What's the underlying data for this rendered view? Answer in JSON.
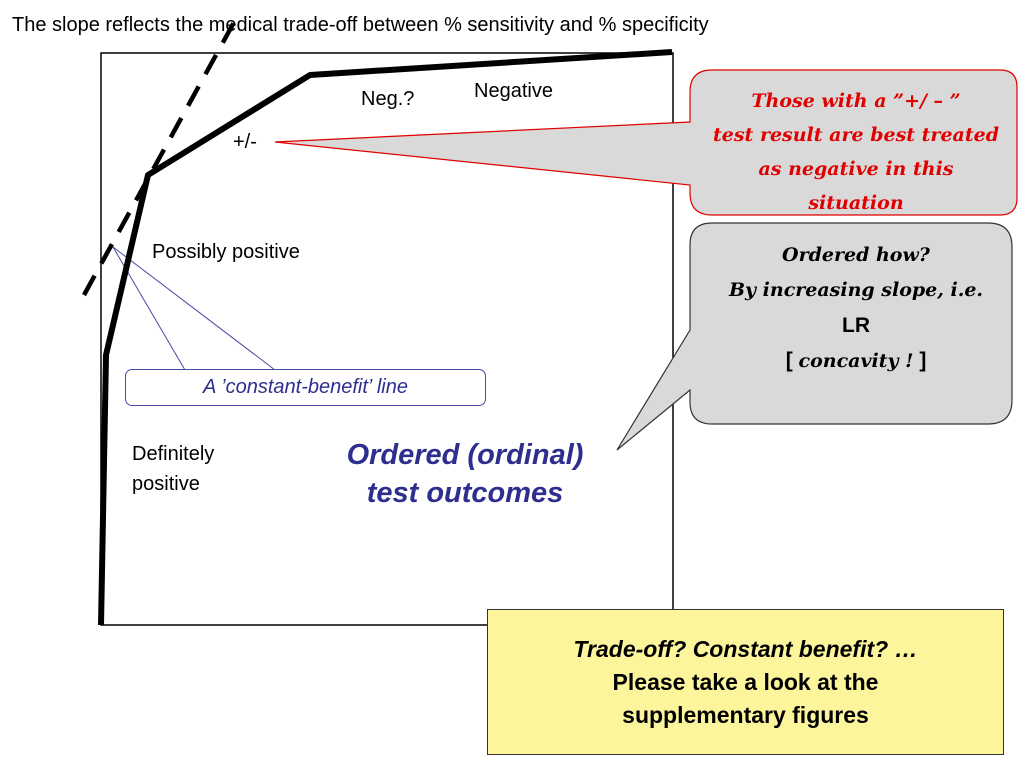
{
  "title": "The slope reflects the medical trade-off between % sensitivity and % specificity",
  "labels": {
    "neg_q": "Neg.?",
    "negative": "Negative",
    "plus_minus": "+/-",
    "possibly_positive": "Possibly positive",
    "definitely_positive_line1": "Definitely",
    "definitely_positive_line2": "positive"
  },
  "constant_benefit_label": "A ’constant-benefit’ line",
  "ordered_outcomes": {
    "line1": "Ordered (ordinal)",
    "line2": "test outcomes"
  },
  "red_callout": {
    "lines": [
      "Those with a ”+/ – ”",
      "test result are best treated",
      "as negative in this",
      "situation"
    ]
  },
  "grey_callout": {
    "line1": "Ordered how?",
    "line2": "By increasing slope, i.e.",
    "line3": "LR",
    "line4_open": "[ ",
    "line4_text": "concavity !",
    "line4_close": " ]"
  },
  "yellow_box": {
    "line1": "Trade-off? Constant benefit? …",
    "line2": "Please take a look at the",
    "line3": "supplementary figures"
  },
  "colors": {
    "accent_blue": "#2e2e8f",
    "callout_red": "#e00000",
    "callout_grey_fill": "#d9d9d9",
    "yellow_fill": "#fdf59c"
  }
}
